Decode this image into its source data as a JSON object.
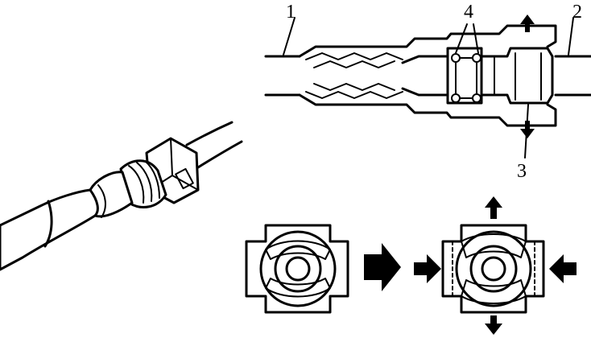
{
  "callouts": {
    "label_1": "1",
    "label_2": "2",
    "label_3": "3",
    "label_4": "4"
  },
  "colors": {
    "line": "#000000",
    "background": "#ffffff"
  }
}
